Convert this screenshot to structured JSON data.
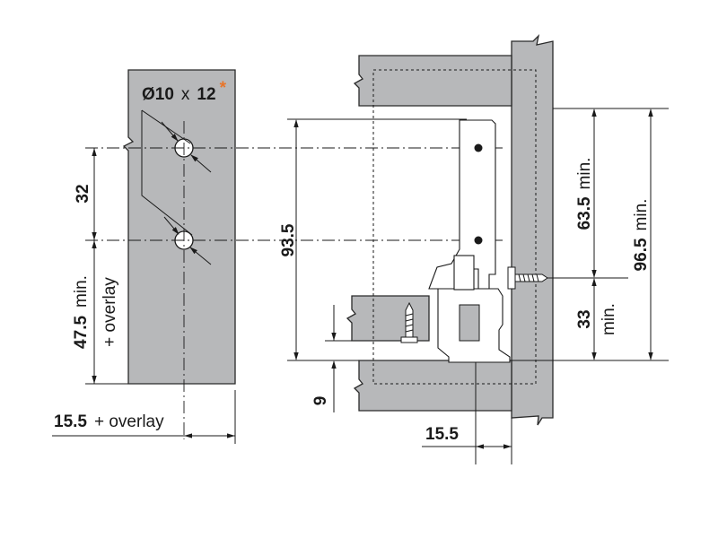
{
  "drill_label": {
    "diameter": "Ø10",
    "times": "x",
    "depth": "12",
    "asterisk": "*",
    "asterisk_color": "#e8752a"
  },
  "left_view": {
    "spacing": "32",
    "bottom_value": "47.5",
    "bottom_min": "min.",
    "bottom_overlay": "+ overlay",
    "setback_value": "15.5",
    "setback_overlay": "+ overlay"
  },
  "right_view": {
    "height_total": "93.5",
    "upper_value": "63.5",
    "upper_min": "min.",
    "full_value": "96.5",
    "full_min": "min.",
    "lower_value": "33",
    "lower_min": "min.",
    "bottom_gap": "9",
    "depth_value": "15.5"
  },
  "colors": {
    "part_fill": "#b7b8ba",
    "line": "#1a1a1a"
  }
}
